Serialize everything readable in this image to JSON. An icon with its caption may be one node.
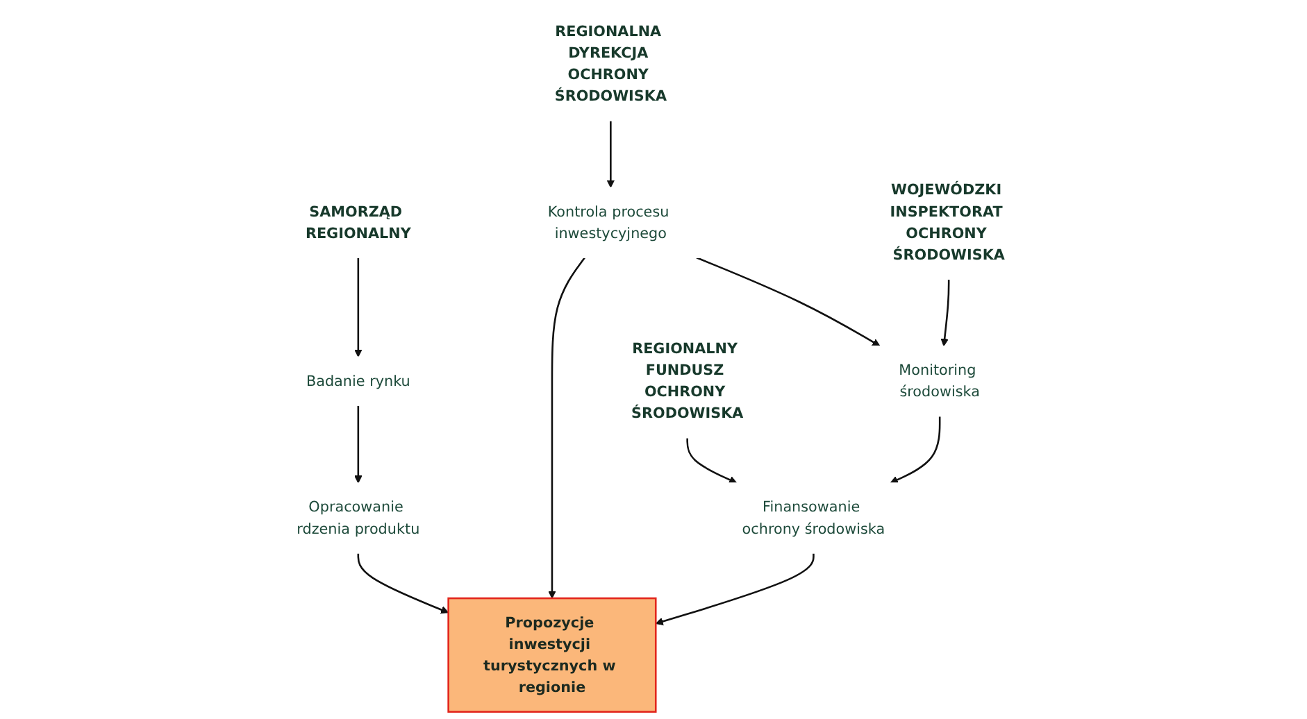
{
  "diagram": {
    "nodes": [
      {
        "text": [
          "SAMORZĄD REGIONALNY"
        ]
      },
      {
        "text": [
          "Badanie rynku"
        ]
      },
      {
        "text": [
          "Opracowanie rdzenia produktu"
        ]
      },
      {
        "text": [
          "REGIONALNA DYREKCJA OCHRONY ŚRODOWISKA"
        ]
      },
      {
        "text": [
          "Kontrola procesu inwestycyjnego"
        ]
      },
      {
        "text": [
          "Propozycje inwestycji turystycznych w regionie"
        ]
      },
      {
        "text": [
          "Finansowanie ochrony środowiska"
        ]
      },
      {
        "text": [
          "REGIONALNY FUNDUSZ OCHRONY ŚRODOWISKA"
        ]
      },
      {
        "text": [
          "Monitoring środowiska"
        ]
      },
      {
        "text": [
          "WOJEWÓDZKI INSPEKTORAT OCHRONY ŚRODOWISKA"
        ]
      }
    ],
    "edges": [
      {
        "from": 0,
        "to": 1,
        "arrow": "to"
      },
      {
        "from": 1,
        "to": 2,
        "arrow": "to"
      },
      {
        "from": 2,
        "to": 5,
        "arrow": "to"
      },
      {
        "from": 3,
        "to": 4,
        "arrow": "to"
      },
      {
        "from": 4,
        "to": 5,
        "arrow": "to"
      },
      {
        "from": 6,
        "to": 5,
        "arrow": "to"
      },
      {
        "from": 7,
        "to": 6,
        "arrow": "to"
      },
      {
        "from": 4,
        "to": 8,
        "arrow": "to"
      },
      {
        "from": 8,
        "to": 6,
        "arrow": "to"
      },
      {
        "from": 9,
        "to": 8,
        "arrow": "to"
      }
    ]
  }
}
